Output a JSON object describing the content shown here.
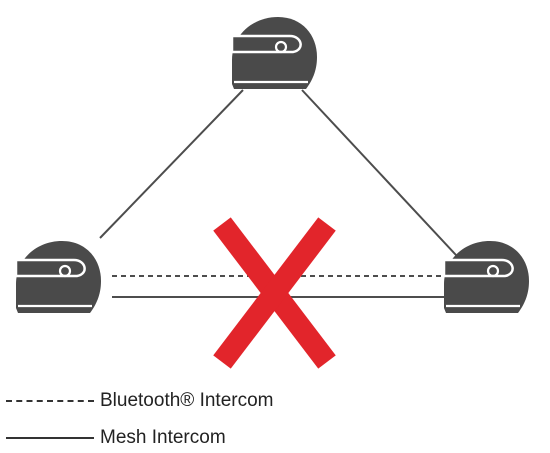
{
  "diagram": {
    "nodes": [
      {
        "id": "top-helmet",
        "icon": "helmet-icon"
      },
      {
        "id": "left-helmet",
        "icon": "helmet-icon"
      },
      {
        "id": "right-helmet",
        "icon": "helmet-icon"
      }
    ],
    "connections": [
      {
        "from": "left-helmet",
        "to": "top-helmet",
        "type": "mesh"
      },
      {
        "from": "top-helmet",
        "to": "right-helmet",
        "type": "mesh"
      },
      {
        "from": "left-helmet",
        "to": "right-helmet",
        "type": "bluetooth"
      },
      {
        "from": "left-helmet",
        "to": "right-helmet",
        "type": "mesh"
      }
    ],
    "blocked_marker": {
      "icon": "x-mark-icon",
      "color": "#e2252b"
    },
    "helmet_color": "#4a4a4a",
    "line_color": "#4d4d4d"
  },
  "legend": {
    "bluetooth_label": "Bluetooth® Intercom",
    "mesh_label": "Mesh Intercom"
  }
}
